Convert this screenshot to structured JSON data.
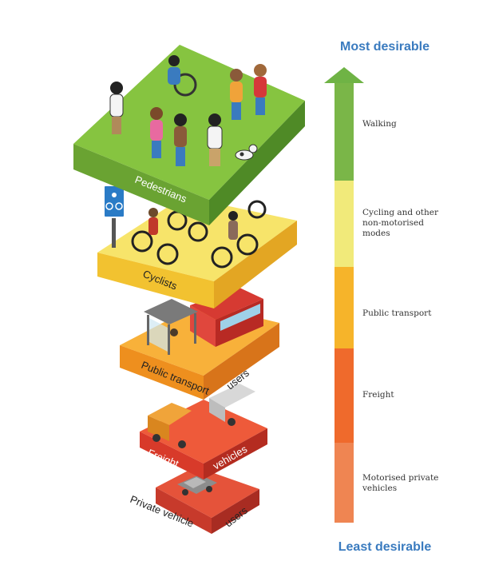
{
  "scale": {
    "top_label": "Most desirable",
    "bottom_label": "Least desirable",
    "arrow_color": "#6fb345",
    "levels": [
      {
        "label_lines": [
          "Walking"
        ],
        "color": "#7ab648"
      },
      {
        "label_lines": [
          "Cycling and other",
          "non-motorised",
          "modes"
        ],
        "color": "#f1ea7a"
      },
      {
        "label_lines": [
          "Public transport"
        ],
        "color": "#f6b42a"
      },
      {
        "label_lines": [
          "Freight"
        ],
        "color": "#ef6a2c"
      },
      {
        "label_lines": [
          "Motorised private",
          "vehicles"
        ],
        "color": "#ef8552"
      }
    ]
  },
  "tiers": [
    {
      "label": "Pedestrians",
      "color": "#86c440",
      "side": "#6aa332"
    },
    {
      "label": "Cyclists",
      "color": "#f7e46a",
      "side": "#f2c230"
    },
    {
      "label": "Public transport",
      "label2": "users",
      "color": "#f8b13a",
      "side": "#ee8f1e"
    },
    {
      "label": "Freight",
      "label2": "vehicles",
      "color": "#ee5a3a",
      "side": "#d83a2a"
    },
    {
      "label": "Private vehicle",
      "label2": "users",
      "color": "#e5533a",
      "side": "#c73a2b"
    }
  ],
  "icons": {
    "sign": "bicycle-sign-icon"
  }
}
